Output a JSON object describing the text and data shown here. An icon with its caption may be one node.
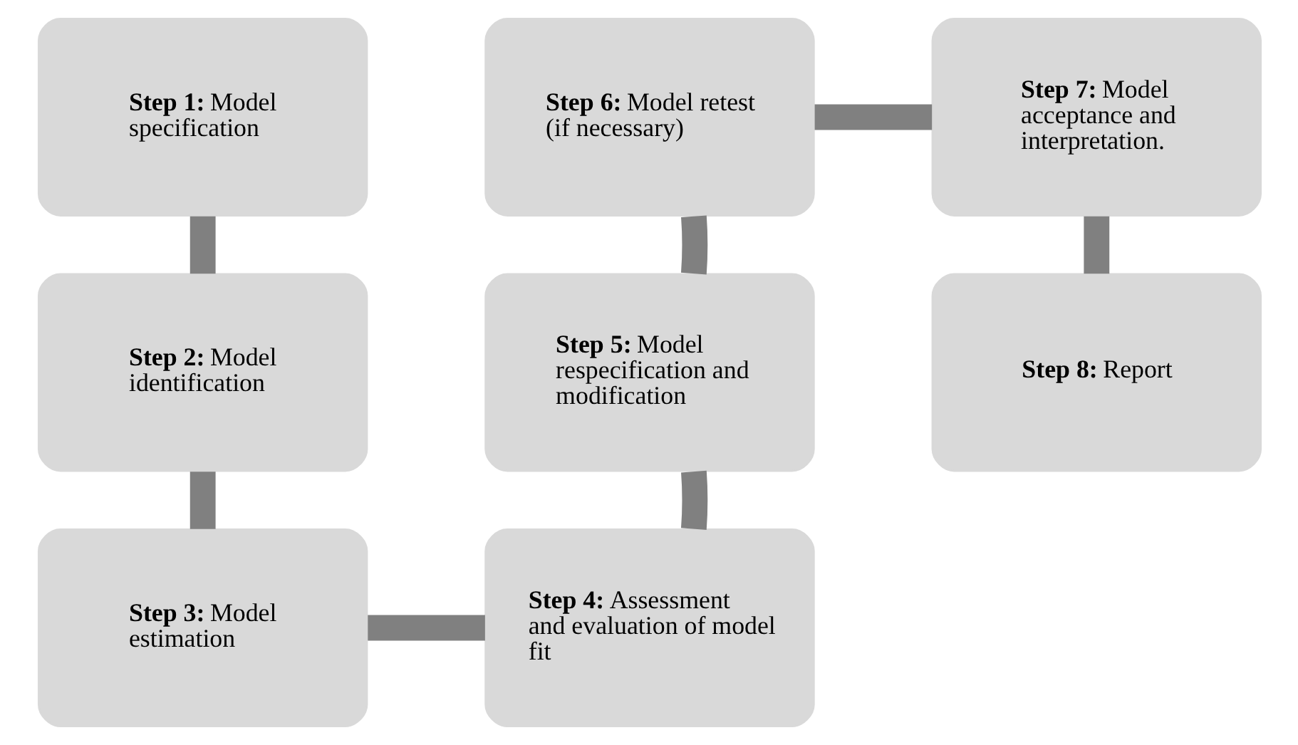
{
  "diagram": {
    "nodes": [
      {
        "text": [
          "**Step 1:** Model specification"
        ]
      },
      {
        "text": [
          "**Step 2:** Model identification"
        ]
      },
      {
        "text": [
          "**Step 3:** Model estimation"
        ]
      },
      {
        "text": [
          "**Step 4:** Assessment and evaluation of model fit"
        ]
      },
      {
        "text": [
          "**Step 5:** Model respecification and modification"
        ]
      },
      {
        "text": [
          "**Step 6:** Model retest (if necessary)"
        ]
      },
      {
        "text": [
          "**Step 7:** Model acceptance and interpretation."
        ]
      },
      {
        "text": [
          "**Step 8:** Report"
        ]
      }
    ],
    "edges": [
      {
        "from": 0,
        "to": 1,
        "arrow": "none"
      },
      {
        "from": 1,
        "to": 2,
        "arrow": "none"
      },
      {
        "from": 2,
        "to": 3,
        "arrow": "none"
      },
      {
        "from": 3,
        "to": 4,
        "arrow": "none"
      },
      {
        "from": 4,
        "to": 5,
        "arrow": "none"
      },
      {
        "from": 5,
        "to": 6,
        "arrow": "none"
      },
      {
        "from": 6,
        "to": 7,
        "arrow": "none"
      }
    ]
  }
}
